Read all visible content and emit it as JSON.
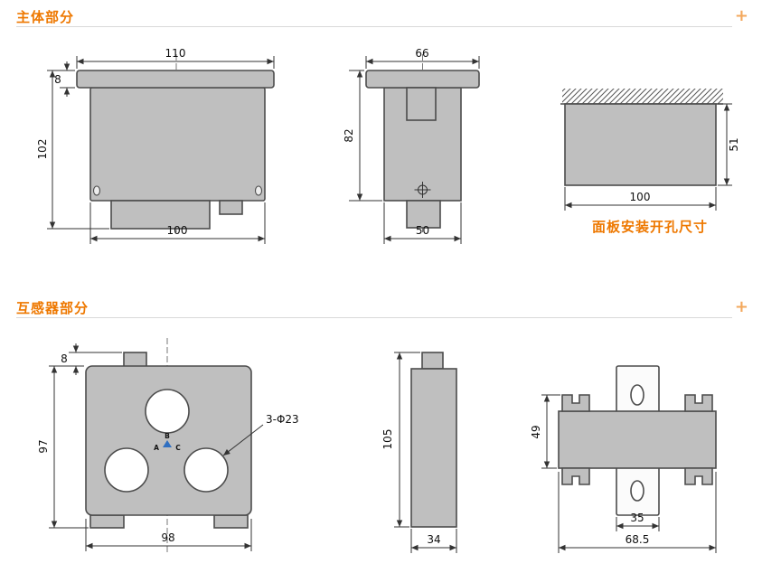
{
  "page": {
    "sections": [
      {
        "title": "主体部分",
        "plus": "+"
      },
      {
        "title": "互感器部分",
        "plus": "+"
      }
    ]
  },
  "theme": {
    "accent_orange": "#ee7800",
    "part_fill": "#bfbfbf",
    "phase_a_color": "#e6a817",
    "phase_b_color": "#2ba03a",
    "phase_c_color": "#c03028",
    "triangle_color": "#2f6fc1"
  },
  "main_front": {
    "w_top": "110",
    "h_flange": "8",
    "h_total": "102",
    "w_bottom": "100"
  },
  "main_side": {
    "w_top": "66",
    "h_body": "82",
    "w_bottom": "50"
  },
  "panel_cutout": {
    "h": "51",
    "w": "100",
    "caption": "面板安装开孔尺寸"
  },
  "ct_front": {
    "h_tab": "8",
    "h_body": "97",
    "w_bottom": "98",
    "holes_label": "3-Φ23",
    "phase_a": "A",
    "phase_b": "B",
    "phase_c": "C"
  },
  "ct_side": {
    "h": "105",
    "w": "34"
  },
  "ct_mount": {
    "h": "49",
    "w_plate": "35",
    "w_total": "68.5"
  }
}
